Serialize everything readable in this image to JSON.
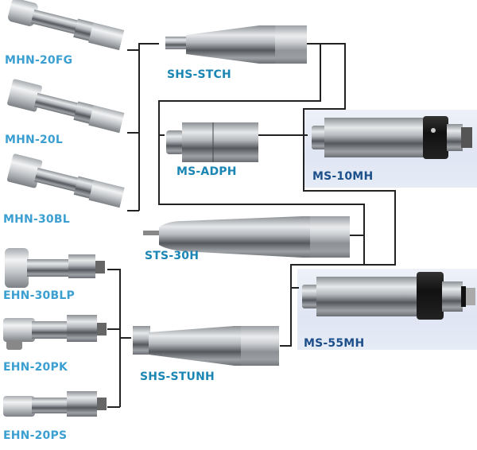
{
  "diagram": {
    "type": "compatibility-chart",
    "colors": {
      "left_label": "#3b9fd2",
      "mid_label": "#1b86b4",
      "motor_label": "#1d4f8b",
      "line": "#222222",
      "panel": "#e2e8f4"
    },
    "heads_top": [
      {
        "id": "MHN-20FG",
        "label": "MHN-20FG"
      },
      {
        "id": "MHN-20L",
        "label": "MHN-20L"
      },
      {
        "id": "MHN-30BL",
        "label": "MHN-30BL"
      }
    ],
    "heads_bottom": [
      {
        "id": "EHN-30BLP",
        "label": "EHN-30BLP"
      },
      {
        "id": "EHN-20PK",
        "label": "EHN-20PK"
      },
      {
        "id": "EHN-20PS",
        "label": "EHN-20PS"
      }
    ],
    "sheaths": [
      {
        "id": "SHS-STCH",
        "label": "SHS-STCH"
      },
      {
        "id": "MS-ADPH",
        "label": "MS-ADPH"
      },
      {
        "id": "STS-30H",
        "label": "STS-30H"
      },
      {
        "id": "SHS-STUNH",
        "label": "SHS-STUNH"
      }
    ],
    "motors": [
      {
        "id": "MS-10MH",
        "label": "MS-10MH"
      },
      {
        "id": "MS-55MH",
        "label": "MS-55MH"
      }
    ],
    "connections": [
      [
        "MHN-20FG",
        "SHS-STCH"
      ],
      [
        "MHN-20L",
        "SHS-STCH"
      ],
      [
        "MHN-30BL",
        "SHS-STCH"
      ],
      [
        "SHS-STCH",
        "MS-10MH"
      ],
      [
        "SHS-STCH",
        "MS-ADPH"
      ],
      [
        "MS-ADPH",
        "MS-10MH"
      ],
      [
        "SHS-STCH",
        "MS-55MH"
      ],
      [
        "STS-30H",
        "MS-55MH"
      ],
      [
        "MS-10MH",
        "MS-55MH"
      ],
      [
        "EHN-30BLP",
        "SHS-STUNH"
      ],
      [
        "EHN-20PK",
        "SHS-STUNH"
      ],
      [
        "EHN-20PS",
        "SHS-STUNH"
      ],
      [
        "SHS-STUNH",
        "MS-55MH"
      ]
    ]
  }
}
